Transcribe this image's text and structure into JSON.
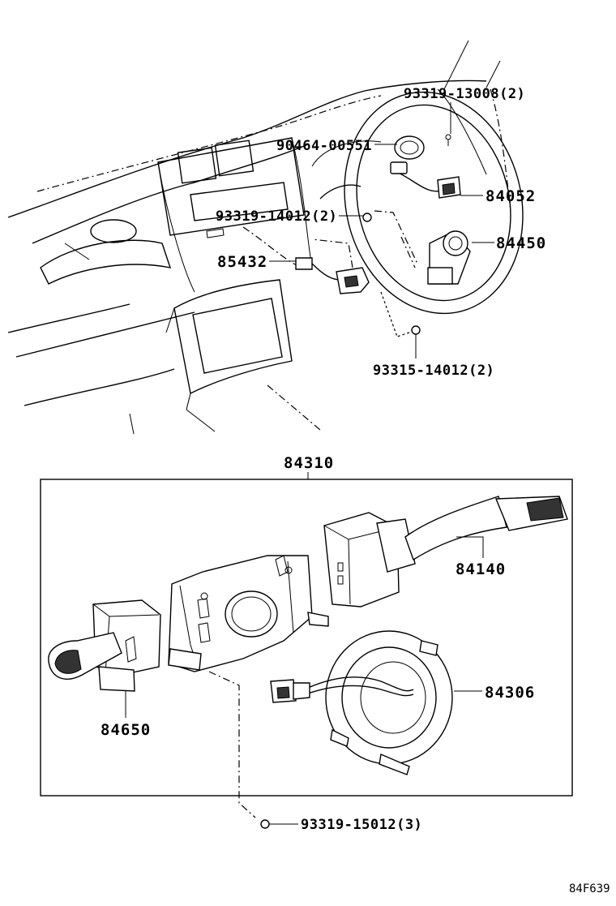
{
  "callouts": {
    "p93319_13008": "93319-13008(2)",
    "p90464_00551": "90464-00551",
    "p84052": "84052",
    "p93319_14012": "93319-14012(2)",
    "p84450": "84450",
    "p85432": "85432",
    "p93315_14012": "93315-14012(2)",
    "p84310": "84310",
    "p84140": "84140",
    "p84306": "84306",
    "p84650": "84650",
    "p93319_15012": "93319-15012(3)"
  },
  "figure_ref": "84F639"
}
